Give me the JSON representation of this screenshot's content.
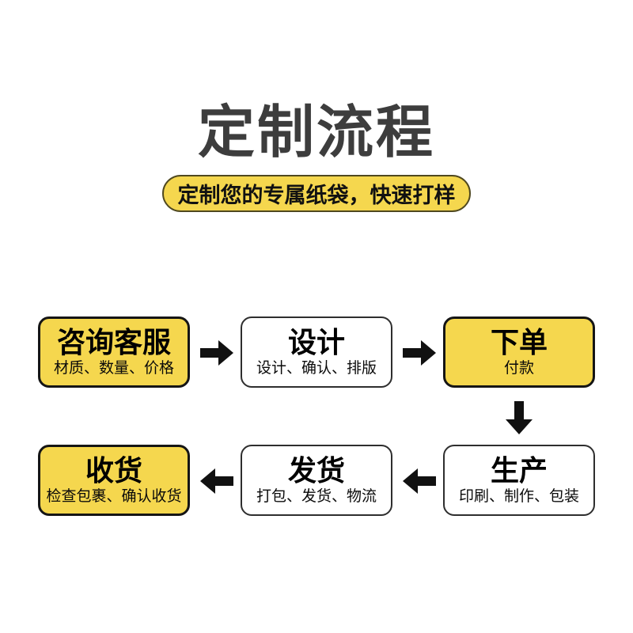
{
  "page": {
    "title": "定制流程",
    "subtitle": "定制您的专属纸袋，快速打样"
  },
  "colors": {
    "yellow": "#f5d74e",
    "title_gray": "#3d3d3d",
    "arrow_black": "#111111",
    "pill_border": "#4f481f"
  },
  "icons": {
    "arrow_right": "right-block-arrow",
    "arrow_left": "left-block-arrow",
    "arrow_down": "down-block-arrow"
  },
  "flow": {
    "steps": [
      {
        "title": "咨询客服",
        "subtitle": "材质、数量、价格",
        "variant": "yellow"
      },
      {
        "title": "设计",
        "subtitle": "设计、确认、排版",
        "variant": "white"
      },
      {
        "title": "下单",
        "subtitle": "付款",
        "variant": "yellow"
      },
      {
        "title": "生产",
        "subtitle": "印刷、制作、包装",
        "variant": "white"
      },
      {
        "title": "发货",
        "subtitle": "打包、发货、物流",
        "variant": "white"
      },
      {
        "title": "收货",
        "subtitle": "检查包裹、确认收货",
        "variant": "yellow"
      }
    ]
  }
}
